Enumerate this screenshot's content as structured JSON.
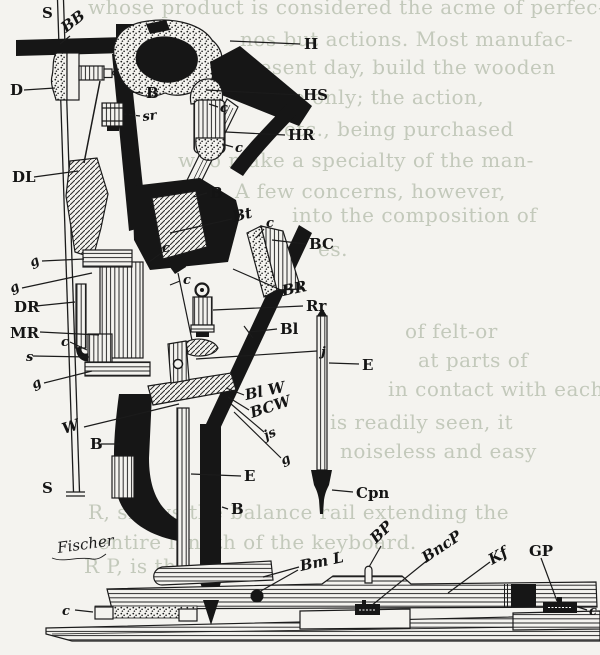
{
  "figure": {
    "kind": "Engraved side-section diagram of an upright piano action",
    "signature": "Fischer"
  },
  "labels": [
    {
      "text": "S"
    },
    {
      "text": "BB"
    },
    {
      "text": "D"
    },
    {
      "text": "B"
    },
    {
      "text": "H"
    },
    {
      "text": "HS"
    },
    {
      "text": "c"
    },
    {
      "text": "HR"
    },
    {
      "text": "c"
    },
    {
      "text": "sr"
    },
    {
      "text": "DL"
    },
    {
      "text": "B"
    },
    {
      "text": "Bt"
    },
    {
      "text": "c"
    },
    {
      "text": "BC"
    },
    {
      "text": "g"
    },
    {
      "text": "g"
    },
    {
      "text": "c"
    },
    {
      "text": "c"
    },
    {
      "text": "BR"
    },
    {
      "text": "Rr"
    },
    {
      "text": "DR"
    },
    {
      "text": "MR"
    },
    {
      "text": "c"
    },
    {
      "text": "s"
    },
    {
      "text": "Bl"
    },
    {
      "text": "j"
    },
    {
      "text": "E"
    },
    {
      "text": "g"
    },
    {
      "text": "W"
    },
    {
      "text": "B"
    },
    {
      "text": "Bl W"
    },
    {
      "text": "BCW"
    },
    {
      "text": "js"
    },
    {
      "text": "g"
    },
    {
      "text": "S"
    },
    {
      "text": "E"
    },
    {
      "text": "B"
    },
    {
      "text": "Cpn"
    },
    {
      "text": "BP"
    },
    {
      "text": "Bm L"
    },
    {
      "text": "BncP"
    },
    {
      "text": "Kf"
    },
    {
      "text": "GP"
    },
    {
      "text": "c"
    },
    {
      "text": "c"
    }
  ],
  "bleed_text": {
    "lines": [
      {
        "text": "whose product is considered the acme of perfec-"
      },
      {
        "text": "nos but actions.   Most manufac-"
      },
      {
        "text": "the present day, build the wooden"
      },
      {
        "text": "case only; the action,"
      },
      {
        "text": "etc., being purchased"
      },
      {
        "text": "who make a specialty of the man-"
      },
      {
        "text": "A few concerns, however,"
      },
      {
        "text": "into the composition of"
      },
      {
        "text": "es."
      },
      {
        "text": "of felt-or"
      },
      {
        "text": "at parts of"
      },
      {
        "text": "in contact with each"
      },
      {
        "text": "is readily seen, it"
      },
      {
        "text": "noiseless and easy"
      },
      {
        "text": "R, shows the balance rail extending the"
      },
      {
        "text": "entire length of the keyboard."
      },
      {
        "text": "R P, is the"
      }
    ]
  }
}
